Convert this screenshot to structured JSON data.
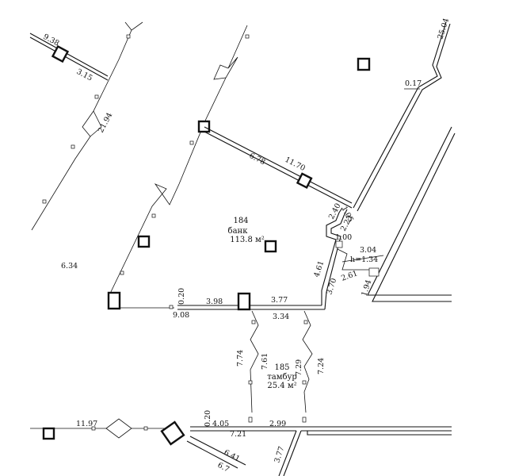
{
  "rooms": [
    {
      "number": "184",
      "name": "банк",
      "area": "113.8 м²"
    },
    {
      "number": "185",
      "name": "тамбур",
      "area": "25.4 м²"
    }
  ],
  "dimensions": {
    "d_9_38": "9.38",
    "d_3_15": "3.15",
    "d_21_94": "21.94",
    "d_25_04": "25.04",
    "d_0_17": "0.17",
    "d_6_78": "6.78",
    "d_11_70": "11.70",
    "d_2_40": "2.40",
    "d_1_05": "1.05",
    "d_2_23": "2.23",
    "d_1_00": "1.00",
    "d_3_04": "3.04",
    "d_h_1_34": "h=1.34",
    "d_2_61": "2.61",
    "d_1_94": "1.94",
    "d_4_61": "4.61",
    "d_3_70": "3.70",
    "d_6_34": "6.34",
    "d_0_20_a": "0.20",
    "d_3_98": "3.98",
    "d_3_77_a": "3.77",
    "d_9_08": "9.08",
    "d_3_34": "3.34",
    "d_7_74": "7.74",
    "d_7_61": "7.61",
    "d_7_29": "7.29",
    "d_7_24": "7.24",
    "d_11_97": "11.97",
    "d_0_20_b": "0.20",
    "d_4_05": "4.05",
    "d_2_99": "2.99",
    "d_7_21": "7.21",
    "d_6_41": "6.41",
    "d_6_7": "6.7",
    "d_3_77_b": "3.77"
  }
}
